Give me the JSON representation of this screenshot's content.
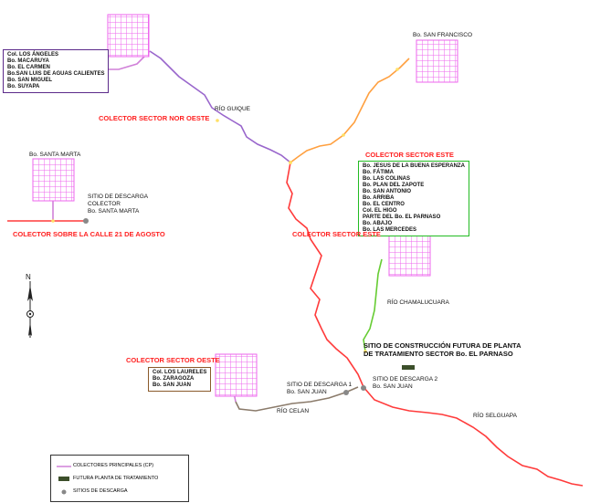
{
  "neighborhood_boxes": {
    "noroeste": [
      "Col. LOS ÁNGELES",
      "Bo. MACARUYA",
      "Bo. EL CARMEN",
      "Bo.SAN LUIS DE AGUAS CALIENTES",
      "Bo. SAN MIGUEL",
      "Bo. SUYAPA"
    ],
    "este": [
      "Bo. JESUS DE LA BUENA ESPERANZA",
      "Bo. FÁTIMA",
      "Bo. LAS COLINAS",
      "Bo. PLAN DEL ZAPOTE",
      "Bo. SAN ANTONIO",
      "Bo. ARRIBA",
      "Bo. EL CENTRO",
      "Col. EL HIGO",
      "PARTE DEL Bo. EL PARNASO",
      "Bo. ABAJO",
      "Bo. LAS MERCEDES"
    ],
    "oeste": [
      "Col. LOS LAURELES",
      "Bo. ZARAGOZA",
      "Bo. SAN JUAN"
    ]
  },
  "labels": {
    "colector_noroeste": "COLECTOR SECTOR NOR OESTE",
    "colector_este_box": "COLECTOR SECTOR ESTE",
    "colector_este_river": "COLECTOR SECTOR ESTE",
    "colector_oeste": "COLECTOR SECTOR OESTE",
    "colector_calle": "COLECTOR SOBRE LA CALLE 21 DE AGOSTO",
    "san_francisco": "Bo. SAN FRANCISCO",
    "santa_marta": "Bo. SANTA MARTA",
    "sitio_descarga_santa_marta": "SITIO DE DESCARGA\nCOLECTOR\nBo. SANTA MARTA",
    "rio_guique": "RÍO GUIQUE",
    "rio_chamalucuara": "RÍO CHAMALUCUARA",
    "rio_celan": "RÍO CELAN",
    "rio_selguapa": "RÍO SELGUAPA",
    "sitio_descarga_1": "SITIO DE DESCARGA 1\nBo. SAN JUAN",
    "sitio_descarga_2": "SITIO DE DESCARGA 2\nBo. SAN JUAN",
    "planta_futura": "SITIO DE CONSTRUCCIÓN FUTURA DE PLANTA\nDE TRATAMIENTO SECTOR Bo. EL PARNASO",
    "north": "N"
  },
  "legend": {
    "colectores": "COLECTORES PRINCIPALES (CP)",
    "planta": "FUTURA PLANTA DE TRATAMIENTO",
    "sitios": "SITIOS DE DESCARGA"
  },
  "colors": {
    "collector": "#d080d8",
    "river_red": "#ff3b3b",
    "river_orange": "#ffa040",
    "river_purple": "#9966cc",
    "river_green": "#66cc33",
    "river_brown": "#8b7b6b",
    "grid": "#ee66ee",
    "plant": "#3c4f2a"
  }
}
